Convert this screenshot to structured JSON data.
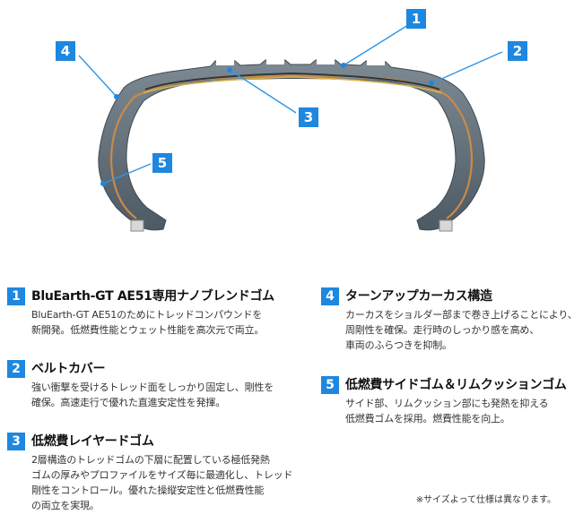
{
  "callouts": [
    "1",
    "2",
    "3",
    "4",
    "5"
  ],
  "features": [
    {
      "num": "1",
      "title": "BluEarth-GT AE51専用ナノブレンドゴム",
      "desc": [
        "BluEarth-GT AE51のためにトレッドコンパウンドを",
        "新開発。低燃費性能とウェット性能を高次元で両立。"
      ]
    },
    {
      "num": "2",
      "title": "ベルトカバー",
      "desc": [
        "強い衝撃を受けるトレッド面をしっかり固定し、剛性を",
        "確保。高速走行で優れた直進安定性を発揮。"
      ]
    },
    {
      "num": "3",
      "title": "低燃費レイヤードゴム",
      "desc": [
        "2層構造のトレッドゴムの下層に配置している極低発熱",
        "ゴムの厚みやプロファイルをサイズ毎に最適化し、トレッド",
        "剛性をコントロール。優れた操縦安定性と低燃費性能",
        "の両立を実現。"
      ]
    },
    {
      "num": "4",
      "title": "ターンアップカーカス構造",
      "desc": [
        "カーカスをショルダー部まで巻き上げることにより、",
        "周剛性を確保。走行時のしっかり感を高め、",
        "車両のふらつきを抑制。"
      ]
    },
    {
      "num": "5",
      "title": "低燃費サイドゴム＆リムクッションゴム",
      "desc": [
        "サイド部、リムクッション部にも発熱を抑える",
        "低燃費ゴムを採用。燃費性能を向上。"
      ]
    }
  ],
  "note": "※サイズよって仕様は異なります。",
  "colors": {
    "accent": "#1e87e0",
    "rubber": "#5d6b76",
    "carcass": "#c98a4a"
  }
}
